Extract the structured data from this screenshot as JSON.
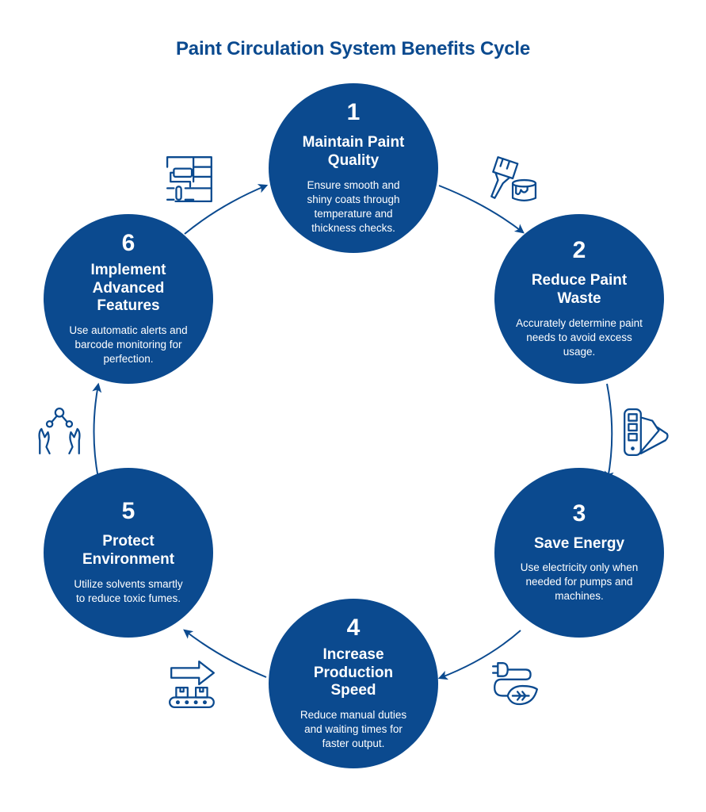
{
  "title": "Paint Circulation System Benefits Cycle",
  "colors": {
    "primary": "#0b4a8f",
    "text_on_primary": "#ffffff",
    "background": "#ffffff"
  },
  "steps": [
    {
      "number": "1",
      "heading": "Maintain Paint Quality",
      "description": "Ensure smooth and shiny coats through temperature and thickness checks.",
      "icon": "paintbrush-and-can-icon"
    },
    {
      "number": "2",
      "heading": "Reduce Paint Waste",
      "description": "Accurately determine paint needs to avoid excess usage.",
      "icon": "color-swatch-fan-icon"
    },
    {
      "number": "3",
      "heading": "Save Energy",
      "description": "Use electricity only when needed for pumps and machines.",
      "icon": "plug-with-leaf-icon"
    },
    {
      "number": "4",
      "heading": "Increase Production Speed",
      "description": "Reduce manual duties and waiting times for faster output.",
      "icon": "conveyor-belt-arrow-icon"
    },
    {
      "number": "5",
      "heading": "Protect Environment",
      "description": "Utilize solvents smartly to reduce toxic fumes.",
      "icon": "hands-with-molecule-icon"
    },
    {
      "number": "6",
      "heading": "Implement Advanced Features",
      "description": "Use automatic alerts and barcode monitoring for perfection.",
      "icon": "paint-roller-wall-icon"
    }
  ],
  "flow": [
    "1→2",
    "2→3",
    "3→4",
    "4→5",
    "5→6",
    "6→1"
  ]
}
